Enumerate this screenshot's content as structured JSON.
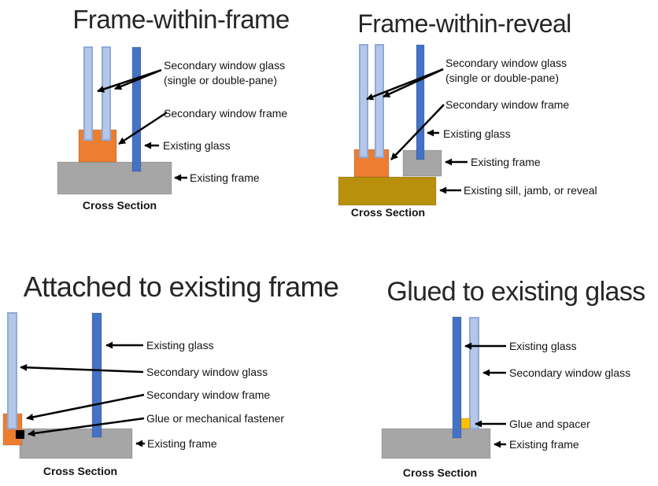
{
  "colors": {
    "secondary_glass_fill": "#B4C7E7",
    "secondary_glass_edge": "#8EAADB",
    "existing_glass": "#4472C4",
    "secondary_frame": "#ED7D31",
    "existing_frame": "#A6A6A6",
    "existing_sill": "#B8900B",
    "glue_spacer": "#FFC000",
    "fastener": "#000000"
  },
  "panels": {
    "frame_within_frame": {
      "title": "Frame-within-frame",
      "caption": "Cross Section",
      "labels": {
        "secondary_glass": "Secondary window glass (single or double-pane)",
        "secondary_frame": "Secondary window frame",
        "existing_glass": "Existing glass",
        "existing_frame": "Existing frame"
      }
    },
    "frame_within_reveal": {
      "title": "Frame-within-reveal",
      "caption": "Cross Section",
      "labels": {
        "secondary_glass": "Secondary window glass (single or double-pane)",
        "secondary_frame": "Secondary window frame",
        "existing_glass": "Existing glass",
        "existing_frame": "Existing frame",
        "existing_sill": "Existing sill, jamb, or reveal"
      }
    },
    "attached_to_existing_frame": {
      "title": "Attached to existing frame",
      "caption": "Cross Section",
      "labels": {
        "existing_glass": "Existing glass",
        "secondary_glass": "Secondary window glass",
        "secondary_frame": "Secondary window frame",
        "glue": "Glue or mechanical fastener",
        "existing_frame": "Existing frame"
      }
    },
    "glued_to_existing_glass": {
      "title": "Glued to existing glass",
      "caption": "Cross Section",
      "labels": {
        "existing_glass": "Existing glass",
        "secondary_glass": "Secondary window glass",
        "glue": "Glue and spacer",
        "existing_frame": "Existing frame"
      }
    }
  }
}
